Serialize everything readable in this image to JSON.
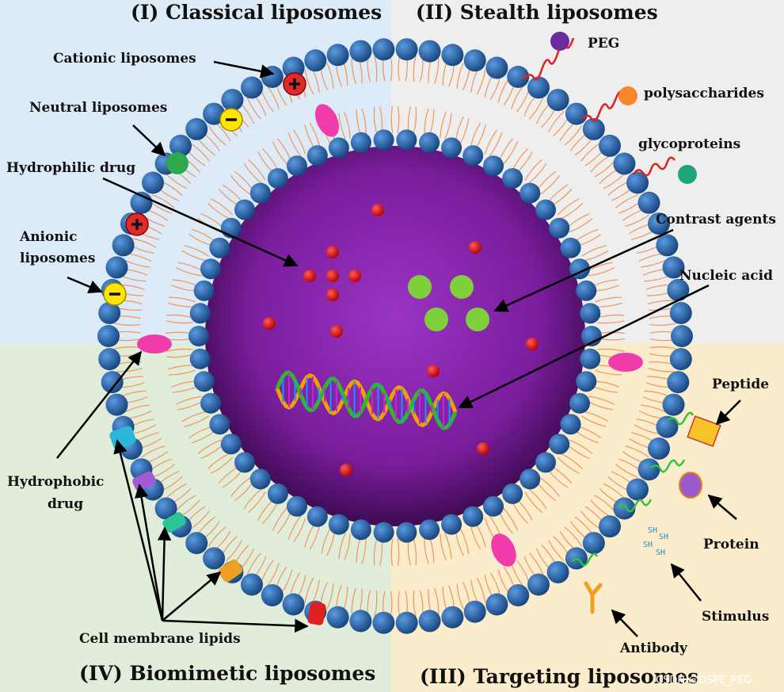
{
  "quadrants": {
    "classical": {
      "title": "(I) Classical liposomes",
      "color": "#dcebf7"
    },
    "stealth": {
      "title": "(II) Stealth liposomes",
      "color": "#eeeeee"
    },
    "targeting": {
      "title": "(III) Targeting liposomes",
      "color": "#fbedcc"
    },
    "biomimetic": {
      "title": "(IV) Biomimetic liposomes",
      "color": "#e1eddb"
    }
  },
  "labels": {
    "cationic": "Cationic liposomes",
    "neutral": "Neutral liposomes",
    "hydrophilic": "Hydrophilic drug",
    "anionic_line1": "Anionic",
    "anionic_line2": "liposomes",
    "hydrophobic_line1": "Hydrophobic",
    "hydrophobic_line2": "drug",
    "cell_membrane": "Cell membrane lipids",
    "peg": "PEG",
    "polysaccharides": "polysaccharides",
    "glycoproteins": "glycoproteins",
    "contrast": "Contrast agents",
    "nucleic": "Nucleic acid",
    "peptide": "Peptide",
    "protein": "Protein",
    "stimulus": "Stimulus",
    "antibody": "Antibody"
  },
  "stimulus_text": "SH",
  "watermark": "CSDN @DSPE_PEG",
  "colors": {
    "lipid_head": "#1f5fa8",
    "lipid_tail": "#f29a5e",
    "core": "#7a1d9c",
    "hydrophilic_drug": "#e01010",
    "contrast_agent": "#7fd13b",
    "hydrophobic_drug": "#f03ca8",
    "cationic_charge": "#e02b2b",
    "anionic_charge": "#ffe600",
    "neutral": "#2da84a",
    "peg": "#6b2aa0",
    "polysaccharide": "#f7862a",
    "glycoprotein": "#1ea37a",
    "red_chain": "#e02020",
    "green_chain": "#2ec43a"
  },
  "icons": {
    "cationic_charge": "plus-icon",
    "anionic_charge": "minus-icon",
    "dna": "dna-helix-icon"
  }
}
